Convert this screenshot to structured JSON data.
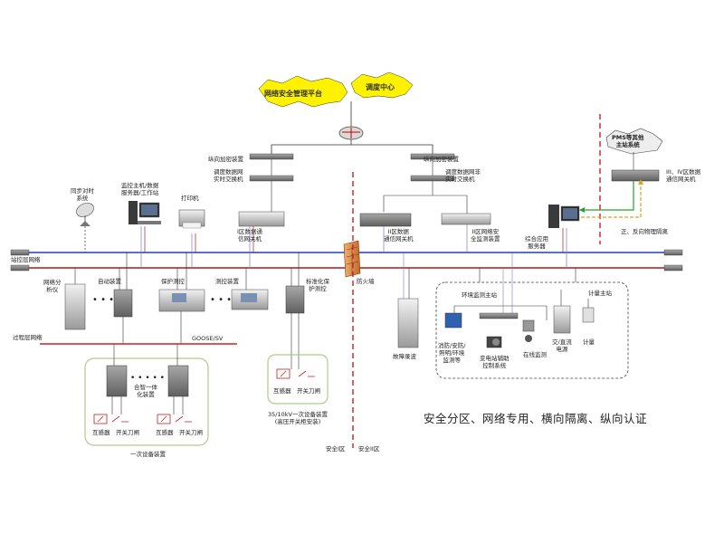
{
  "clouds": {
    "netsec": "网络安全管理平台",
    "dispatch": "调度中心",
    "pms": "PMS等其他\n主站系统"
  },
  "station_control_network": "站控层网络",
  "process_network": "过程层网络",
  "goose": "GOOSE/SV",
  "firewall": "防火墙",
  "zone1": "安全I区",
  "zone2": "安全II区",
  "slogan": "安全分区、网络专用、横向隔离、纵向认证",
  "labels": {
    "time_sync": "同步对时\n系统",
    "monitor_host": "监控主机/数据\n服务器/工作站",
    "printer": "打印机",
    "vert_enc_1": "纵向加密装置",
    "rt_switch": "调度数据网\n实时交换机",
    "gw1": "I区数据通\n信网关机",
    "vert_enc_2": "纵向加密装置",
    "nrt_switch": "调度数据网非\n实时交换机",
    "gw2": "II区数据\n通信网关机",
    "secmon": "II区网络安\n全监测装置",
    "app_server": "综合应用\n服务器",
    "gw34": "III、IV区数据\n通信网关机",
    "reverse_iso": "正、反向物理隔离",
    "net_analyzer": "网络分\n析仪",
    "auto_dev": "自动装置",
    "protect_measure": "保护测控",
    "measure_dev": "测控装置",
    "std_protect": "标准化保\n护测控",
    "smart_unit": "合智一体\n化装置",
    "ct": "互感器",
    "knife": "开关刀闸",
    "ct2": "互感器",
    "knife2": "开关刀闸",
    "ct3": "互感器",
    "knife3": "开关刀闸",
    "primary": "一次设备装置",
    "hv_primary": "35/10kV一次设备装置\n(高压开关柜安装)",
    "fault_rec": "故障录波",
    "env_host": "环境监测主站",
    "meter_host": "计量主站",
    "fire": "消防/安防/\n照明/环境\n监测等",
    "aux_ctrl": "变电站辅助\n控制系统",
    "online_mon": "在线监测",
    "acdc": "交/直流\n电源",
    "metering": "计量"
  }
}
